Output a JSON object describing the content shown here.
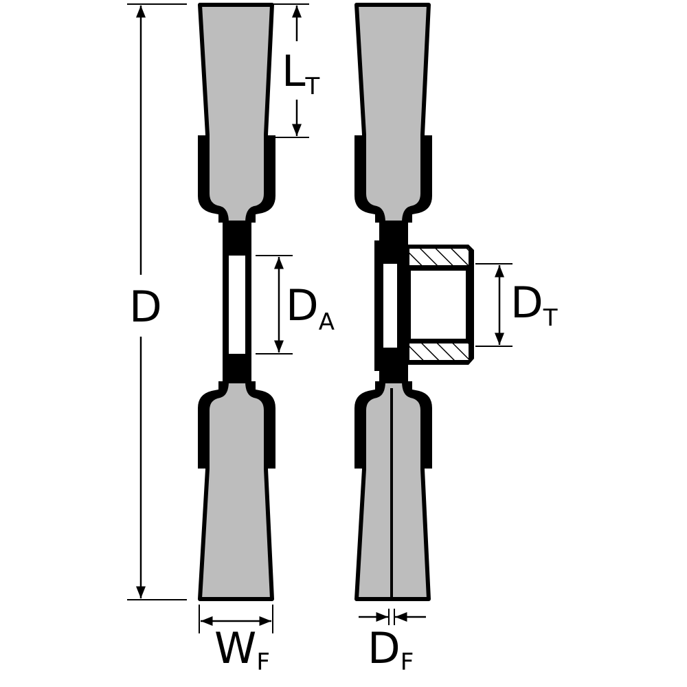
{
  "colors": {
    "fill": "#bdbdbd",
    "line": "#000000",
    "background": "#ffffff"
  },
  "dimensions": {
    "D": {
      "main": "D",
      "sub": ""
    },
    "LT": {
      "main": "L",
      "sub": "T"
    },
    "DA": {
      "main": "D",
      "sub": "A"
    },
    "DT": {
      "main": "D",
      "sub": "T"
    },
    "WF": {
      "main": "W",
      "sub": "F"
    },
    "DF": {
      "main": "D",
      "sub": "F"
    }
  }
}
